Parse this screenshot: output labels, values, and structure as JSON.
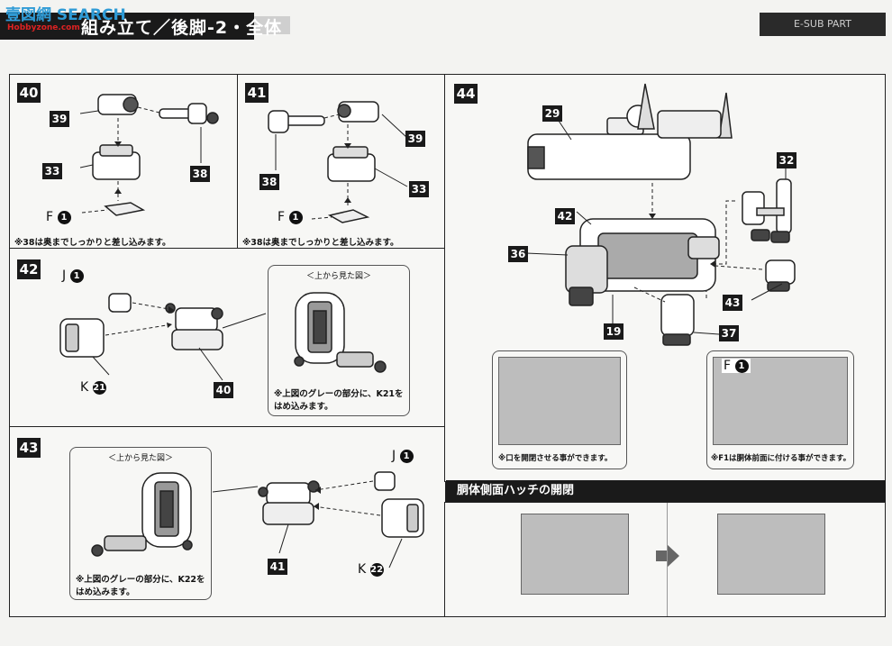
{
  "header": {
    "title": "組み立て／後脚-2・全体",
    "watermark_main": "壹図網 SEARCH",
    "watermark_sub": "Hobbyzone.com",
    "tab_right": "E-SUB PART"
  },
  "steps": {
    "s40": {
      "num": "40",
      "p39": "39",
      "p38": "38",
      "p33": "33",
      "f_label": "F",
      "f_num": "1",
      "note": "※38は奥までしっかりと差し込みます。"
    },
    "s41": {
      "num": "41",
      "p39": "39",
      "p38": "38",
      "p33": "33",
      "f_label": "F",
      "f_num": "1",
      "note": "※38は奥までしっかりと差し込みます。"
    },
    "s42": {
      "num": "42",
      "j_label": "J",
      "j_num": "1",
      "k_label": "K",
      "k_num": "21",
      "p40": "40",
      "sub_title": "＜上から見た図＞",
      "sub_note": "※上図のグレーの部分に、K21をはめ込みます。"
    },
    "s43": {
      "num": "43",
      "j_label": "J",
      "j_num": "1",
      "k_label": "K",
      "k_num": "22",
      "p41": "41",
      "sub_title": "＜上から見た図＞",
      "sub_note": "※上図のグレーの部分に、K22をはめ込みます。"
    },
    "s44": {
      "num": "44",
      "p29": "29",
      "p32": "32",
      "p42": "42",
      "p36": "36",
      "p43": "43",
      "p19": "19",
      "p37": "37",
      "photo1_note": "※口を開閉させる事ができます。",
      "photo2_f": "F",
      "photo2_num": "1",
      "photo2_note": "※F1は胴体前面に付ける事ができます。"
    }
  },
  "hatch": {
    "title": "胴体側面ハッチの開閉"
  }
}
